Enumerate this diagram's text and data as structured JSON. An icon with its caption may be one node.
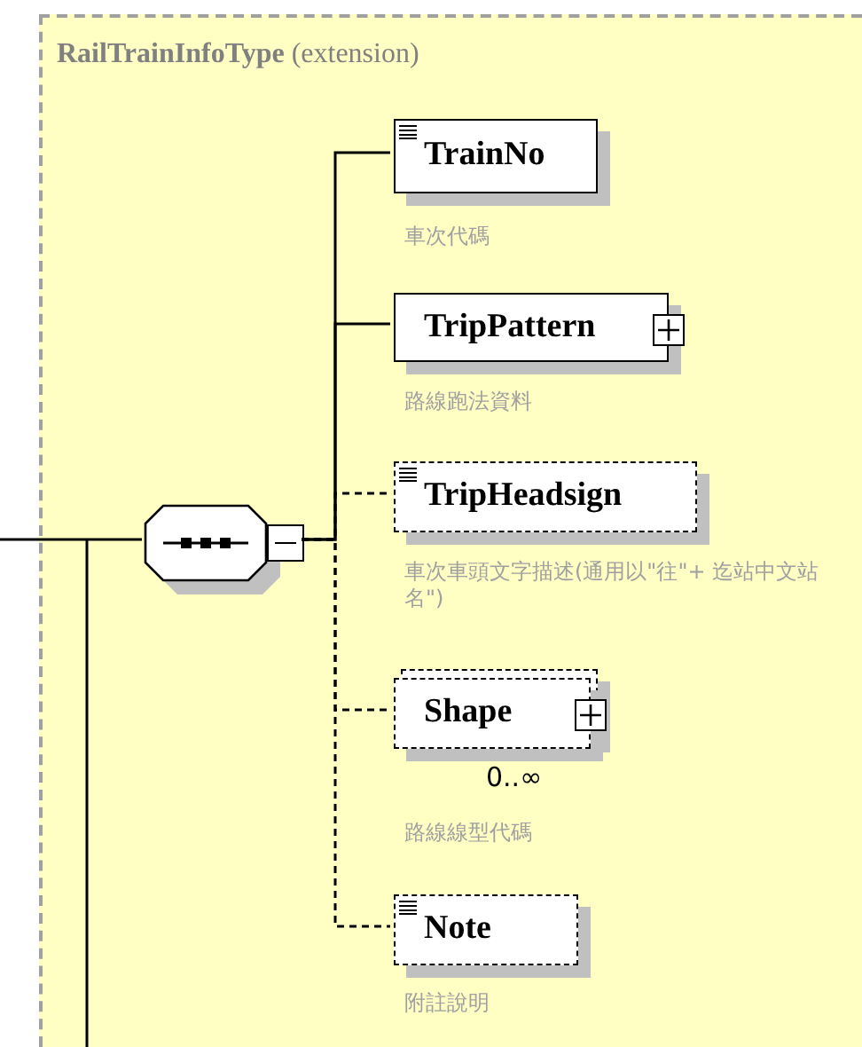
{
  "diagram": {
    "nodes": [
      {
        "text": [
          "**RailTrainInfoType** (extension)"
        ]
      },
      {
        "text": [],
        "shape": "octagon",
        "in": 0
      },
      {
        "text": [
          "TrainNo"
        ],
        "in": 0,
        "beside": [
          "車次代碼"
        ]
      },
      {
        "text": [
          "TripPattern"
        ],
        "in": 0,
        "beside": [
          "路線跑法資料"
        ]
      },
      {
        "text": [
          "TripHeadsign"
        ],
        "in": 0,
        "beside": [
          "車次車頭文字描述(通用以\"往\"+ 迄站中文站名\")"
        ]
      },
      {
        "text": [
          "Shape"
        ],
        "in": 0,
        "beside": [
          "0..∞",
          "路線線型代碼"
        ]
      },
      {
        "text": [
          "Note"
        ],
        "in": 0,
        "beside": [
          "附註說明"
        ]
      }
    ],
    "edges": [
      {
        "from": null,
        "to": 1,
        "arrow": "none"
      },
      {
        "from": 1,
        "to": 2,
        "arrow": "none"
      },
      {
        "from": 1,
        "to": 3,
        "arrow": "none"
      },
      {
        "from": 1,
        "to": 4,
        "arrow": "none",
        "style": "dashed"
      },
      {
        "from": 1,
        "to": 5,
        "arrow": "none",
        "style": "dashed"
      },
      {
        "from": 1,
        "to": 6,
        "arrow": "none",
        "style": "dashed"
      }
    ]
  }
}
